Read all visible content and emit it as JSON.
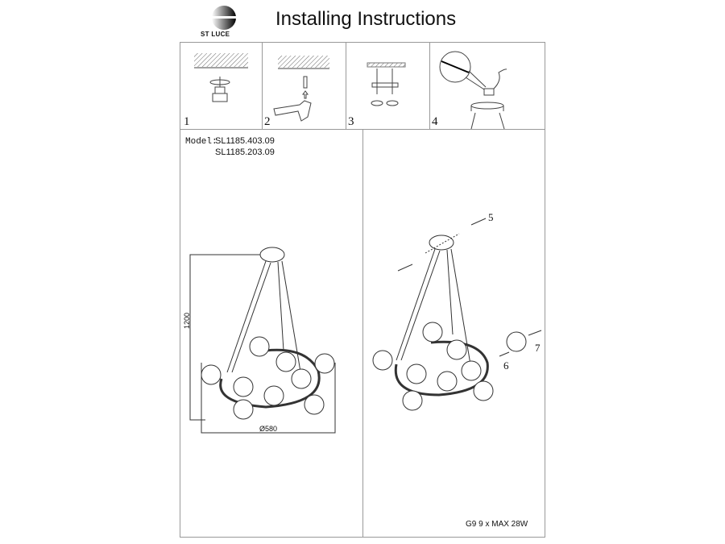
{
  "header": {
    "brand": "ST LUCE",
    "title": "Installing Instructions"
  },
  "steps": [
    {
      "number": "1"
    },
    {
      "number": "2"
    },
    {
      "number": "3"
    },
    {
      "number": "4"
    }
  ],
  "model": {
    "label": "Model:",
    "codes": [
      "SL1185.403.09",
      "SL1185.203.09"
    ]
  },
  "dimensions": {
    "height": "1200",
    "diameter": "Ø580"
  },
  "parts": {
    "p5": "5",
    "p6": "6",
    "p7": "7"
  },
  "spec": "G9  9 x MAX 28W"
}
